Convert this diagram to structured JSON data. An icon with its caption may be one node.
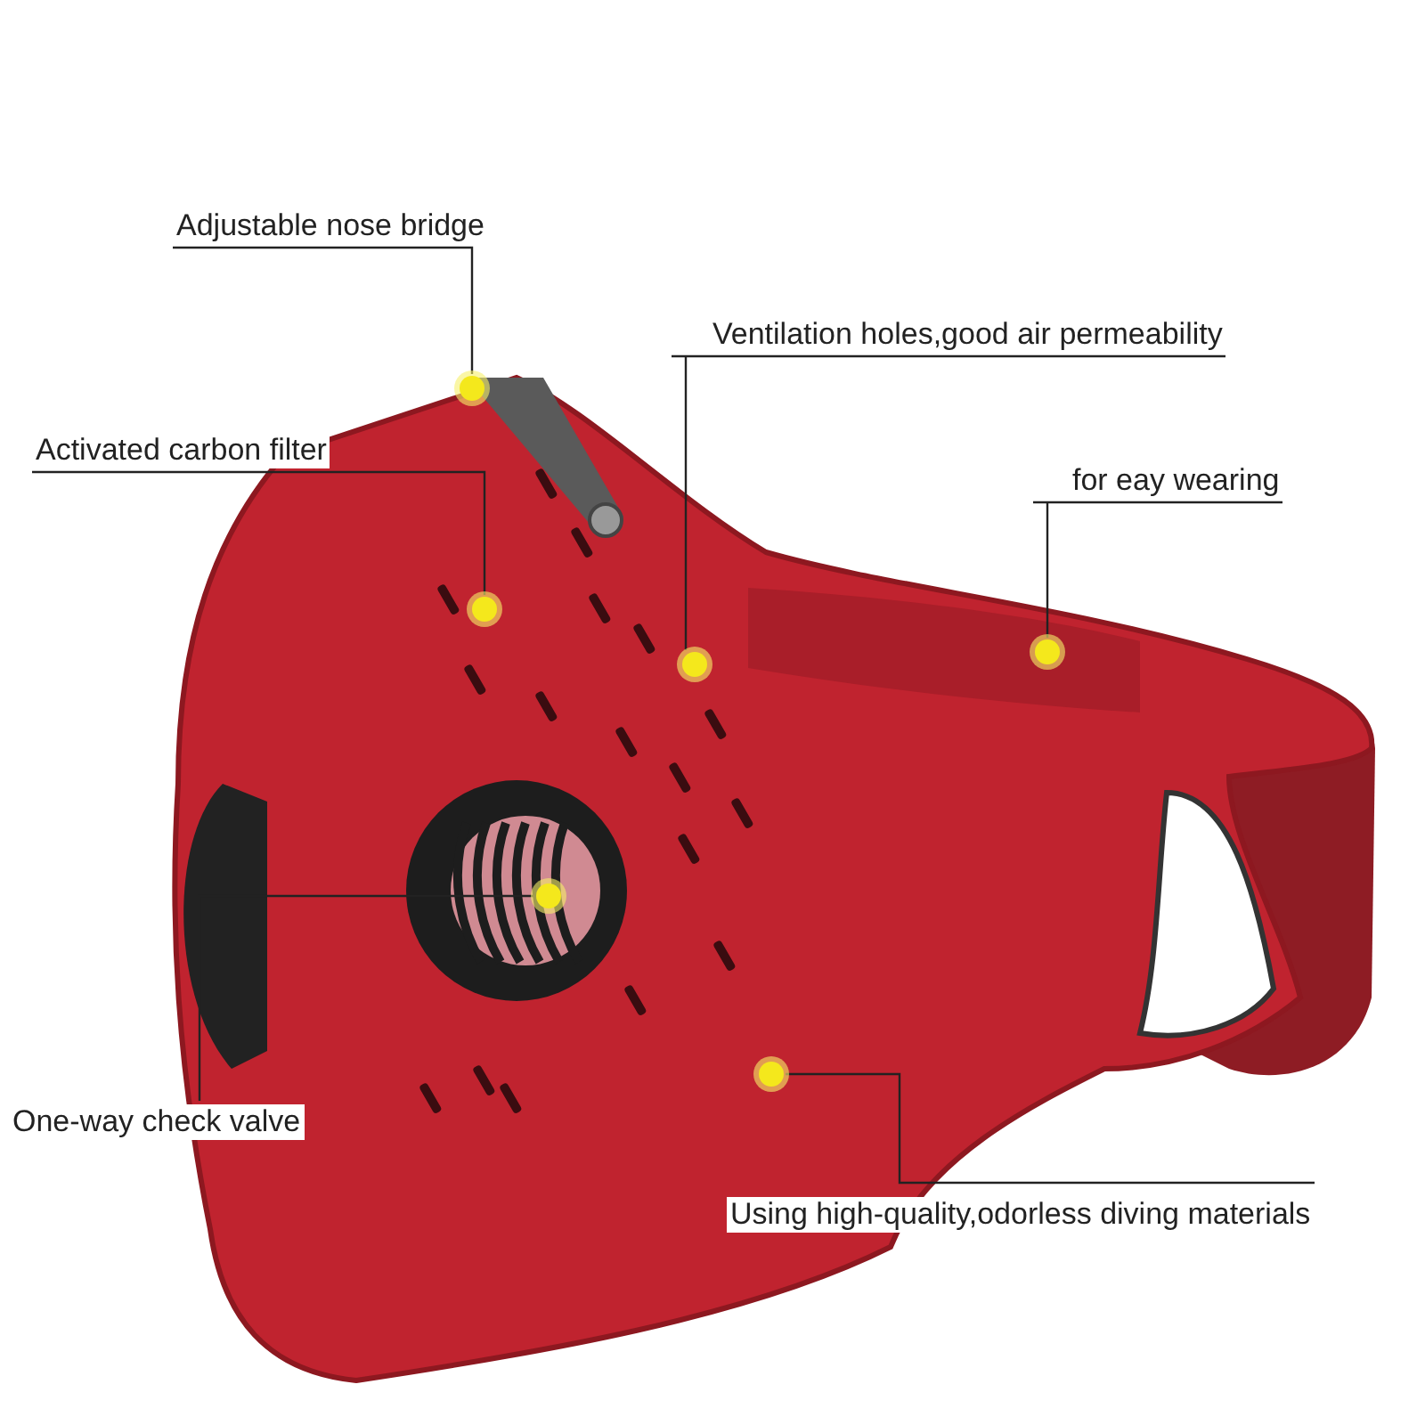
{
  "diagram": {
    "nodes": [
      {
        "text": [
          "Adjustable nose bridge"
        ]
      },
      {
        "text": [
          "Ventilation holes,good air permeability"
        ]
      },
      {
        "text": [
          "Activated carbon filter"
        ]
      },
      {
        "text": [
          "for eay wearing"
        ]
      },
      {
        "text": [
          "One-way check valve"
        ]
      },
      {
        "text": [
          "Using high-quality,odorless diving materials"
        ]
      },
      {
        "text": [],
        "shape": "circle"
      },
      {
        "text": [],
        "shape": "circle"
      },
      {
        "text": [],
        "shape": "circle"
      },
      {
        "text": [],
        "shape": "circle"
      },
      {
        "text": [],
        "shape": "circle"
      },
      {
        "text": [],
        "shape": "circle"
      }
    ],
    "edges": [
      {
        "from": 0,
        "to": 6,
        "arrow": "none"
      },
      {
        "from": 1,
        "to": 9,
        "arrow": "none"
      },
      {
        "from": 2,
        "to": 7,
        "arrow": "none"
      },
      {
        "from": 3,
        "to": 8,
        "arrow": "none"
      },
      {
        "from": 4,
        "to": 10,
        "arrow": "none"
      },
      {
        "from": 5,
        "to": 11,
        "arrow": "none"
      }
    ]
  }
}
